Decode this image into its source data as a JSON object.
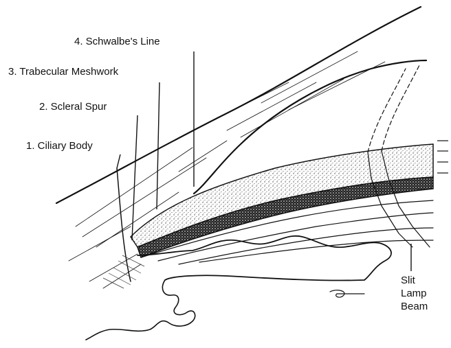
{
  "labels": {
    "schwalbe": "4.  Schwalbe's Line",
    "trabecular": "3.  Trabecular Meshwork",
    "scleral": "2.  Scleral Spur",
    "ciliary": "1.  Ciliary Body",
    "slit_1": "Slit",
    "slit_2": "Lamp",
    "slit_3": "Beam"
  },
  "colors": {
    "ink": "#111111",
    "background": "#ffffff"
  }
}
